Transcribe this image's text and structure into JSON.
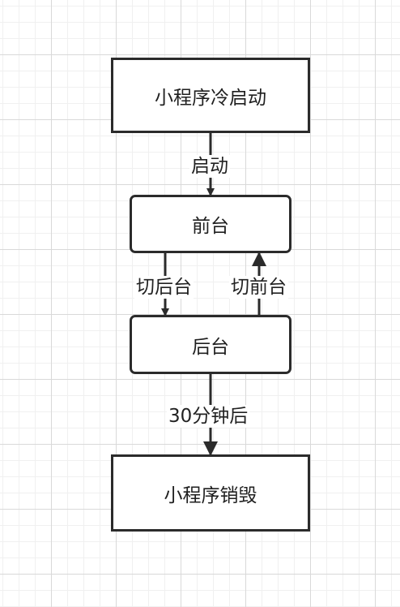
{
  "nodes": {
    "cold_start": "小程序冷启动",
    "foreground": "前台",
    "background": "后台",
    "destroy": "小程序销毁"
  },
  "edges": {
    "start": "启动",
    "to_background": "切后台",
    "to_foreground": "切前台",
    "after_30min": "30分钟后"
  },
  "colors": {
    "stroke": "#2b2b2b",
    "grid_major": "#d9d9d9",
    "grid_minor": "#f0f0f0"
  }
}
